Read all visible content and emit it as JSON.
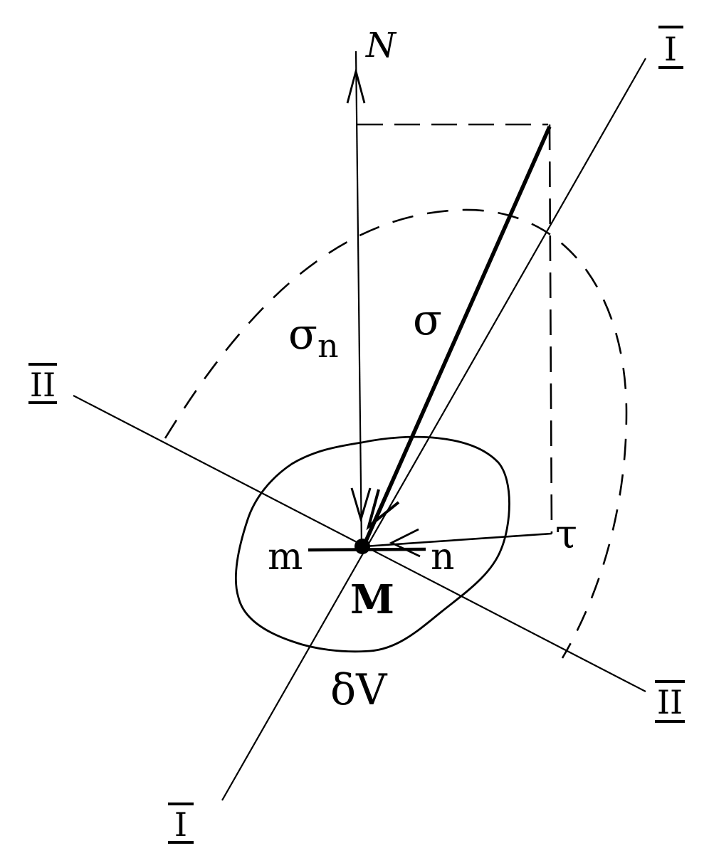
{
  "labels": {
    "N": "N",
    "sigma": "σ",
    "sigma_n_base": "σ",
    "sigma_n_sub": "n",
    "tau": "τ",
    "m": "m",
    "n": "n",
    "M": "M",
    "dV": "δV",
    "axis_I": "I",
    "axis_II": "II"
  },
  "colors": {
    "ink": "#000000",
    "paper": "#ffffff"
  }
}
